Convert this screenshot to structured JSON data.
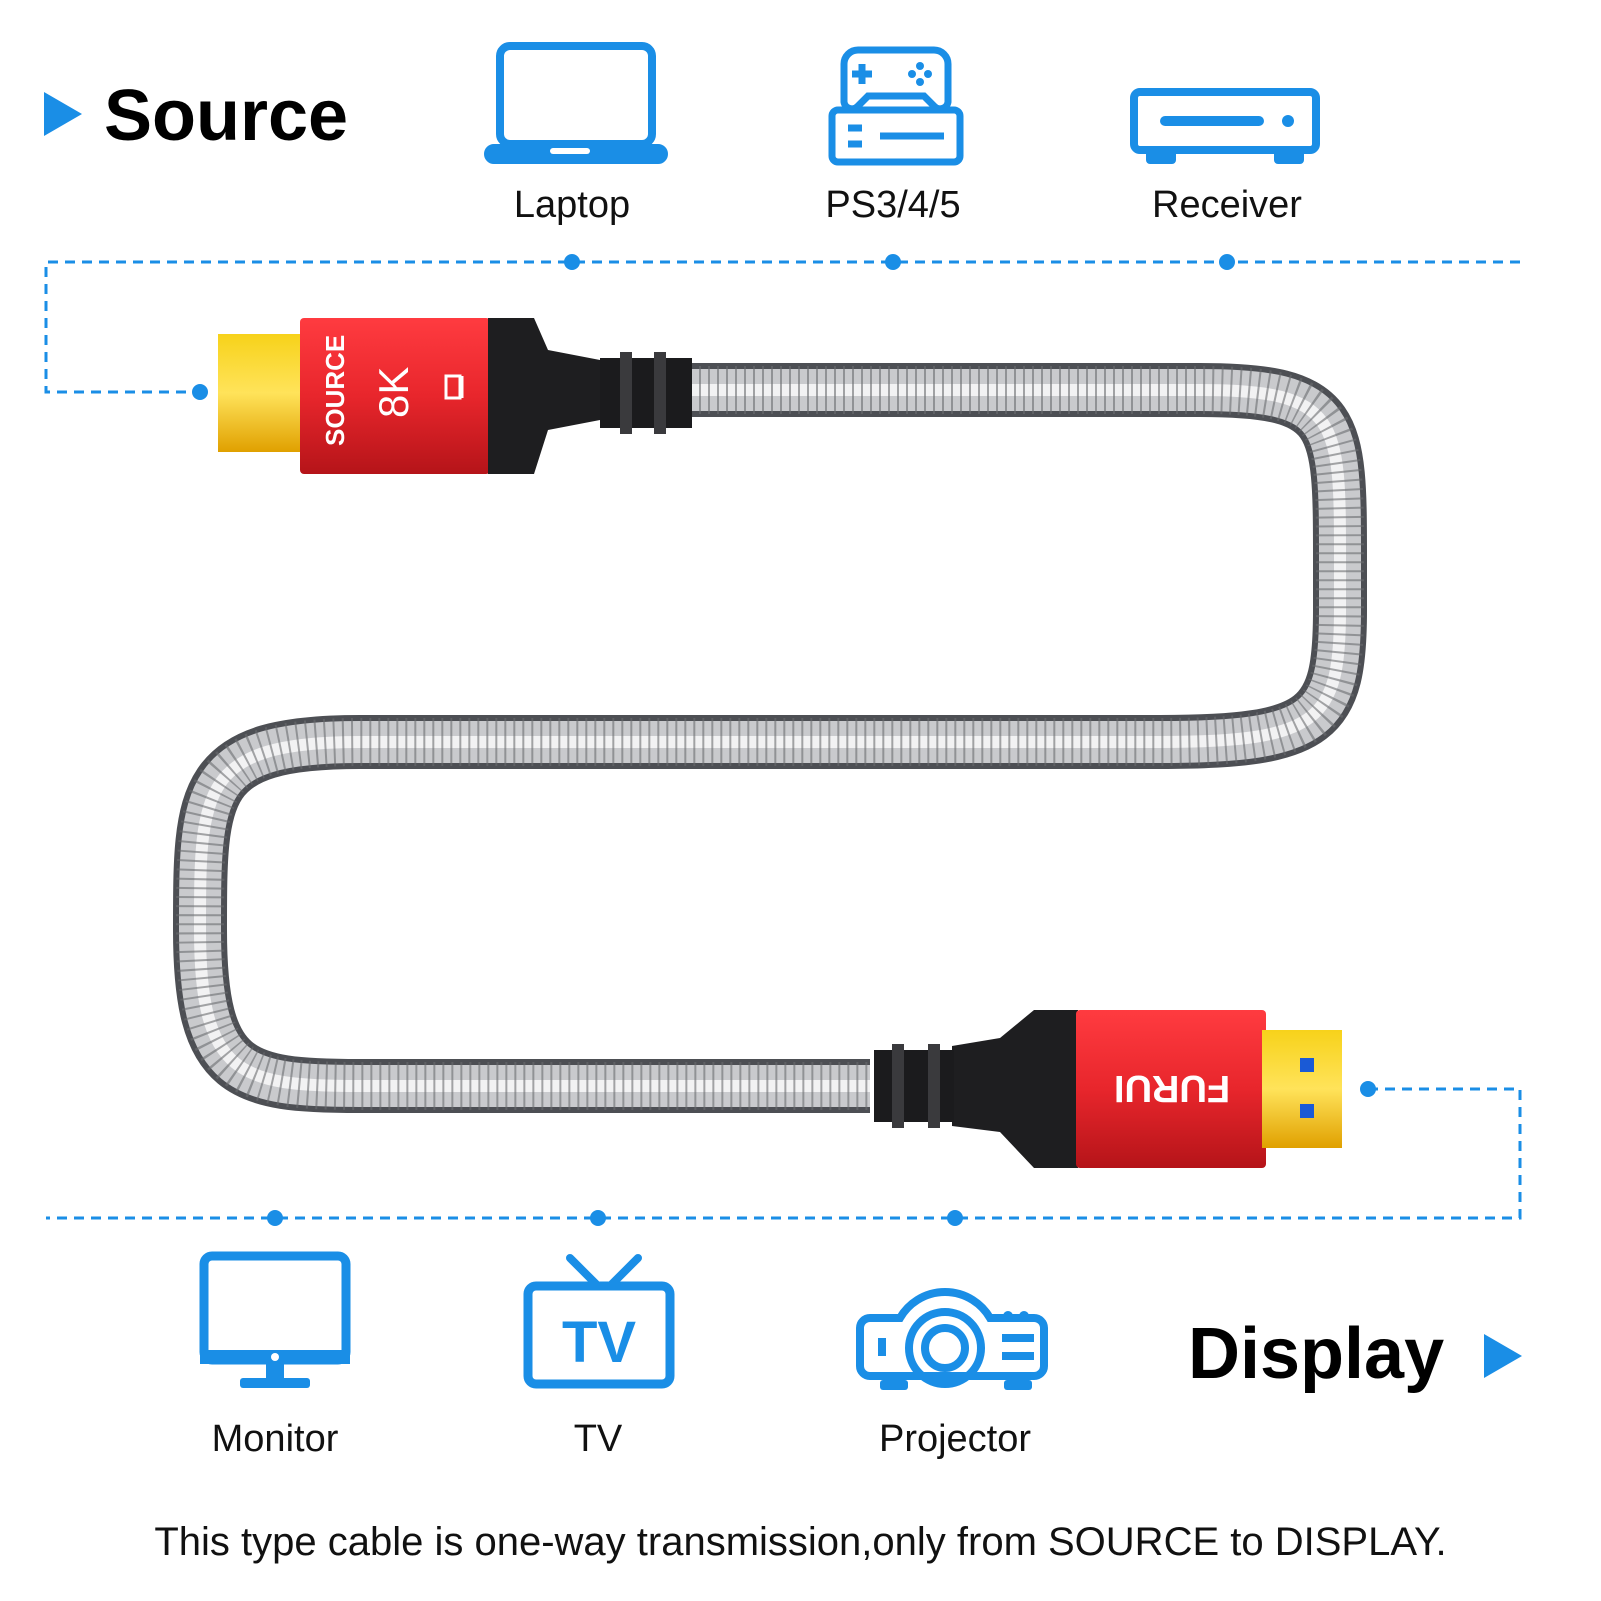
{
  "source": {
    "heading": "Source",
    "devices": [
      {
        "label": "Laptop",
        "icon": "laptop-icon"
      },
      {
        "label": "PS3/4/5",
        "icon": "game-console-icon"
      },
      {
        "label": "Receiver",
        "icon": "receiver-icon"
      }
    ]
  },
  "display": {
    "heading": "Display",
    "devices": [
      {
        "label": "Monitor",
        "icon": "monitor-icon"
      },
      {
        "label": "TV",
        "icon": "tv-icon"
      },
      {
        "label": "Projector",
        "icon": "projector-icon"
      }
    ]
  },
  "cable": {
    "source_connector_text": "SOURCE",
    "source_connector_resolution": "8K",
    "display_connector_brand": "FURUI"
  },
  "tv_icon_text": "TV",
  "footer_note": "This type cable is one-way transmission,only from SOURCE to DISPLAY.",
  "colors": {
    "accent": "#1a8ee6",
    "connector_red": "#e8262c",
    "connector_gold": "#f2b705"
  }
}
